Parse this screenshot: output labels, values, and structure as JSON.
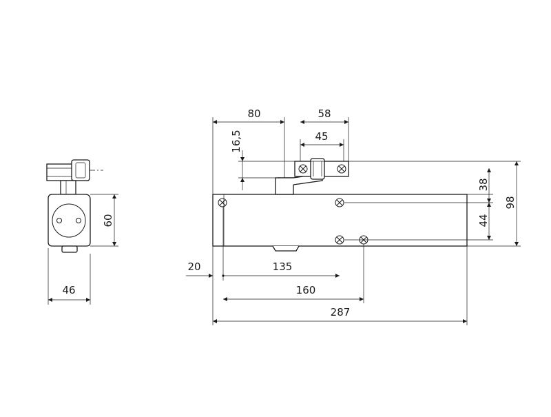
{
  "dimensions": {
    "side_height": "60",
    "side_width": "46",
    "top_80": "80",
    "top_58": "58",
    "vertical_16_5": "16,5",
    "arm_45": "45",
    "right_38": "38",
    "right_44": "44",
    "right_98": "98",
    "left_20": "20",
    "hole_135": "135",
    "hole_160": "160",
    "total_287": "287"
  }
}
